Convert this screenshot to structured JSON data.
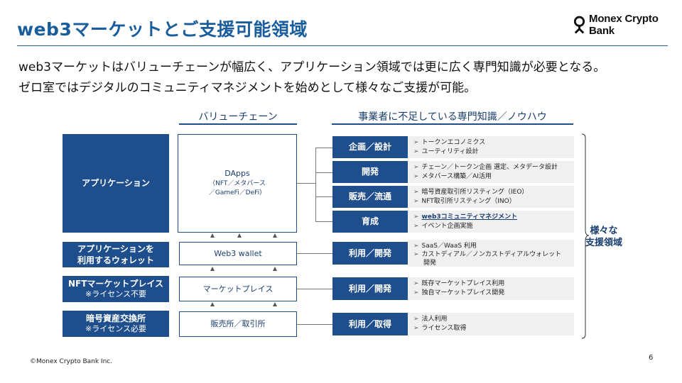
{
  "title": "web3マーケットとご支援可能領域",
  "brand": {
    "name": "Monex Crypto Bank"
  },
  "lead": [
    "web3マーケットはバリューチェーンが幅広く、アプリケーション領域では更に広く専門知識が必要となる。",
    "ゼロ室ではデジタルのコミュニティマネジメントを始めとして様々なご支援が可能。"
  ],
  "headers": {
    "value_chain": "バリューチェーン",
    "knowhow": "事業者に不足している専門知識／ノウハウ"
  },
  "layers": [
    {
      "label": "アプリケーション",
      "sub": ""
    },
    {
      "label": "アプリケーションを",
      "label2": "利用するウォレット",
      "sub": ""
    },
    {
      "label": "NFTマーケットプレイス",
      "sub": "※ライセンス不要"
    },
    {
      "label": "暗号資産交換所",
      "sub": "※ライセンス必要"
    }
  ],
  "value_chain": {
    "dapps": {
      "title": "DApps",
      "line1": "（NFT／メタバース",
      "line2": "／GameFi／DeFi）"
    },
    "wallet": "Web3 wallet",
    "marketplace": "マーケットプレイス",
    "exchange": "販売所／取引所"
  },
  "knowhow": [
    {
      "label": "企画／設計",
      "items": [
        "トークンエコノミクス",
        "ユーティリティ設計"
      ]
    },
    {
      "label": "開発",
      "items": [
        "チェーン／トークン企画 選定、メタデータ設計",
        "メタバース構築／AI活用"
      ]
    },
    {
      "label": "販売／流通",
      "items": [
        "暗号資産取引所リスティング（IEO）",
        "NFT取引所リスティング（INO）"
      ]
    },
    {
      "label": "育成",
      "items": [
        "web3コミュニティマネジメント",
        "イベント企画実施"
      ]
    },
    {
      "label": "利用／開発",
      "items": [
        "SaaS／WaaS 利用",
        "カストディアル／ノンカストディアルウォレット",
        "開発"
      ]
    },
    {
      "label": "利用／開発",
      "items": [
        "既存マーケットプレイス利用",
        "独自マーケットプレイス開発"
      ]
    },
    {
      "label": "利用／取得",
      "items": [
        "法人利用",
        "ライセンス取得"
      ]
    }
  ],
  "bullet_glyph": "➢",
  "scope": {
    "line1": "様々な",
    "line2": "支援領域"
  },
  "footer": "©Monex Crypto Bank Inc.",
  "page_number": "6",
  "colors": {
    "navy": "#1f4e8c",
    "title_blue": "#1a5d9c",
    "panel_gray": "#f0f0f0"
  }
}
